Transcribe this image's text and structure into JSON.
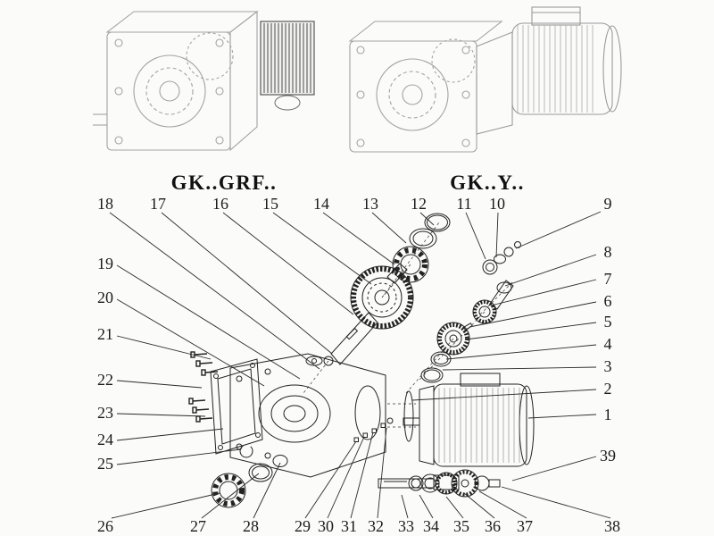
{
  "models": {
    "left": "GK..GRF..",
    "right": "GK..Y.."
  },
  "callouts": [
    "1",
    "2",
    "3",
    "4",
    "5",
    "6",
    "7",
    "8",
    "9",
    "10",
    "11",
    "12",
    "13",
    "14",
    "15",
    "16",
    "17",
    "18",
    "19",
    "20",
    "21",
    "22",
    "23",
    "24",
    "25",
    "26",
    "27",
    "28",
    "29",
    "30",
    "31",
    "32",
    "33",
    "34",
    "35",
    "36",
    "37",
    "38",
    "39"
  ],
  "colors": {
    "ink": "#1a1a1a",
    "sketch": "#a3a3a3",
    "background": "#fbfbfa"
  }
}
